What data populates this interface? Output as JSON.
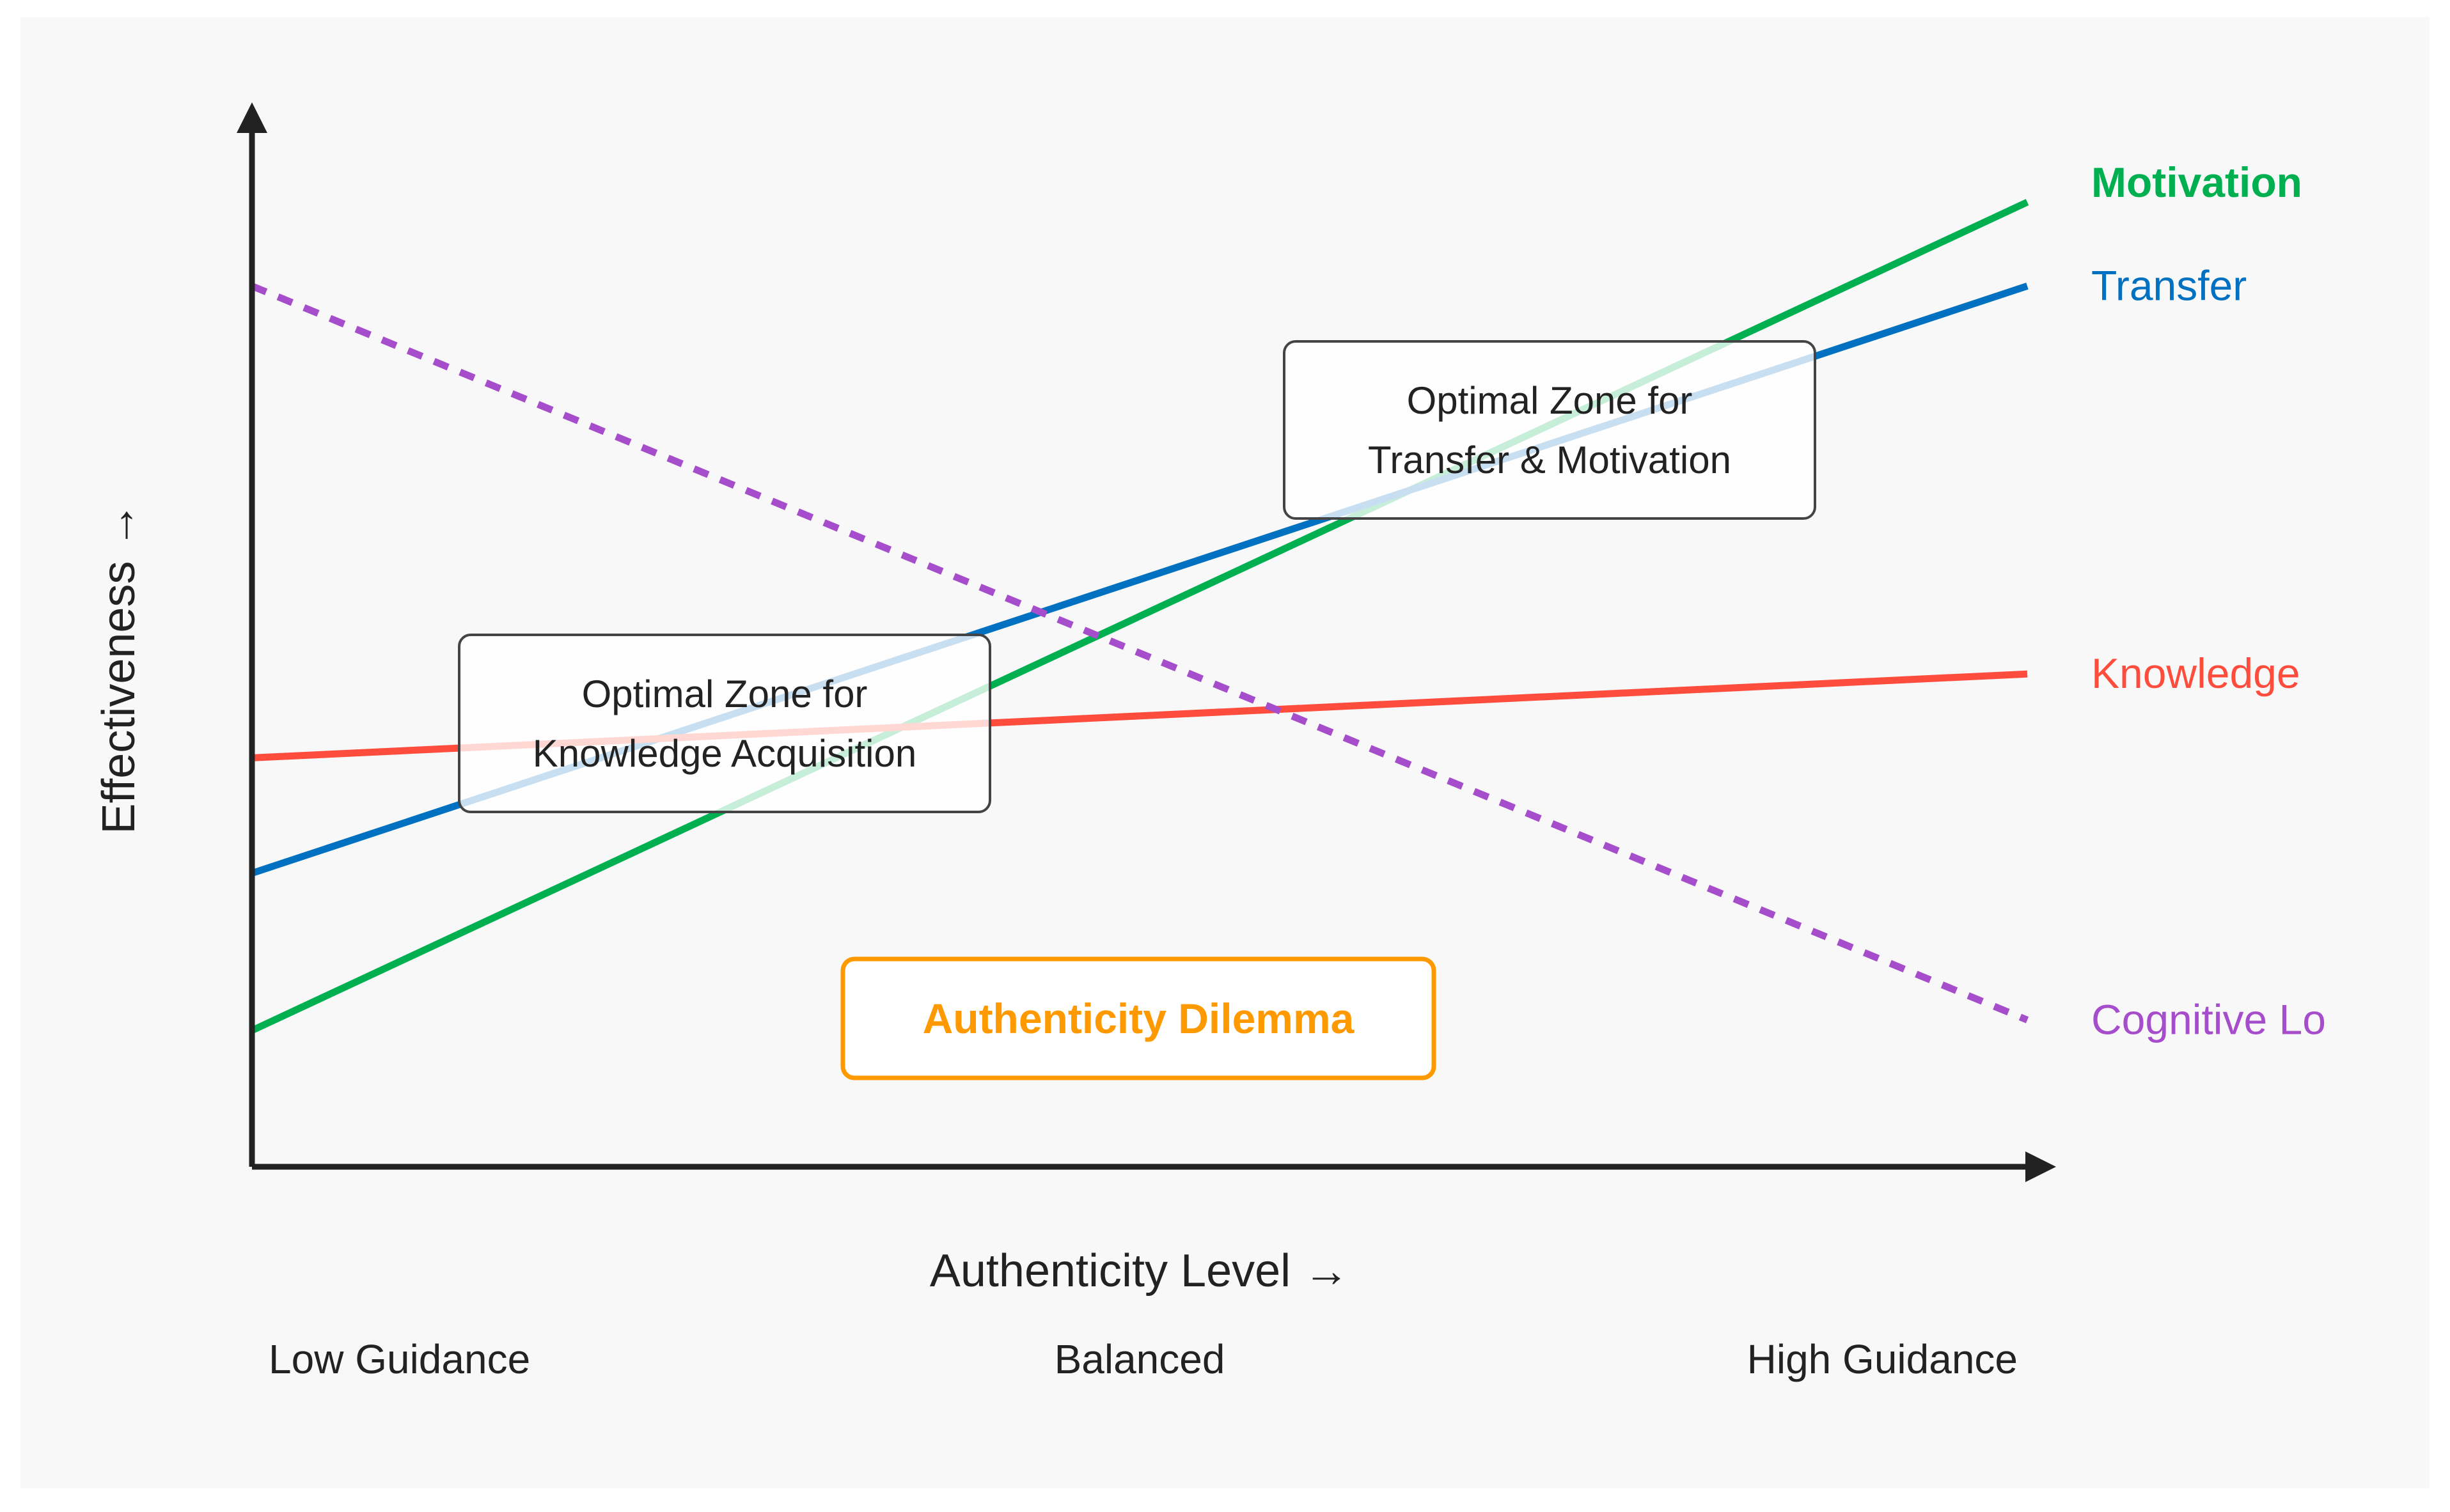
{
  "chart_data": {
    "type": "line",
    "title": "",
    "xlabel": "Authenticity Level →",
    "ylabel": "Effectiveness →",
    "x": [
      0,
      1
    ],
    "xlim": [
      0,
      1
    ],
    "ylim": [
      0,
      1
    ],
    "grid": false,
    "x_regions": [
      {
        "label": "Low Guidance",
        "position": "left"
      },
      {
        "label": "Balanced",
        "position": "center"
      },
      {
        "label": "High Guidance",
        "position": "right"
      }
    ],
    "series": [
      {
        "name": "Motivation",
        "values": [
          0.13,
          0.92
        ],
        "color": "#00b050",
        "dashed": false,
        "bold": true
      },
      {
        "name": "Transfer",
        "values": [
          0.28,
          0.84
        ],
        "color": "#0070c0",
        "dashed": false,
        "bold": false
      },
      {
        "name": "Knowledge",
        "values": [
          0.39,
          0.47
        ],
        "color": "#ff4d3d",
        "dashed": false,
        "bold": false
      },
      {
        "name": "Cognitive Lo",
        "values": [
          0.84,
          0.14
        ],
        "color": "#a64dcc",
        "dashed": true,
        "bold": false
      }
    ],
    "annotations": [
      {
        "id": "knowledge-zone",
        "lines": [
          "Optimal Zone for",
          "Knowledge Acquisition"
        ],
        "style": "box"
      },
      {
        "id": "transfer-zone",
        "lines": [
          "Optimal Zone for",
          "Transfer & Motivation"
        ],
        "style": "box"
      },
      {
        "id": "dilemma",
        "lines": [
          "Authenticity Dilemma"
        ],
        "style": "orange-box",
        "color": "#ff9900"
      }
    ]
  },
  "colors": {
    "background": "#f8f8f8",
    "axis": "#222222",
    "box_border": "#444444",
    "text": "#222222"
  }
}
